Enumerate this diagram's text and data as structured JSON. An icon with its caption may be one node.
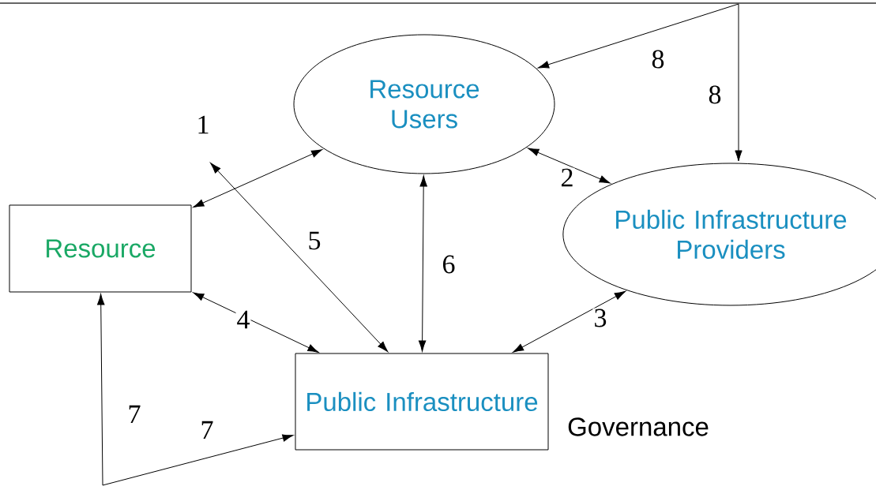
{
  "diagram": {
    "nodes": [
      {
        "text": [
          "Resource Users"
        ]
      },
      {
        "text": [
          "Resource"
        ]
      },
      {
        "text": [
          "Public Infrastructure Providers"
        ]
      },
      {
        "text": [
          "Public Infrastructure"
        ],
        "beside": [
          "Governance"
        ]
      }
    ],
    "edges": [
      {
        "from": 1,
        "to": 0,
        "arrow": "both",
        "label": "1"
      },
      {
        "from": 0,
        "to": 2,
        "arrow": "both",
        "label": "2"
      },
      {
        "from": 3,
        "to": 2,
        "arrow": "both",
        "label": "3"
      },
      {
        "from": 1,
        "to": 3,
        "arrow": "both",
        "label": "4"
      },
      {
        "from": null,
        "to": 3,
        "arrow": "both",
        "label": "5"
      },
      {
        "from": 3,
        "to": 0,
        "arrow": "both",
        "label": "6"
      },
      {
        "from": null,
        "to": 1,
        "arrow": "to",
        "label": "7"
      },
      {
        "from": null,
        "to": 3,
        "arrow": "to",
        "label": "7"
      },
      {
        "from": null,
        "to": 0,
        "arrow": "to",
        "label": "8"
      },
      {
        "from": null,
        "to": 2,
        "arrow": "to",
        "label": "8"
      }
    ]
  }
}
